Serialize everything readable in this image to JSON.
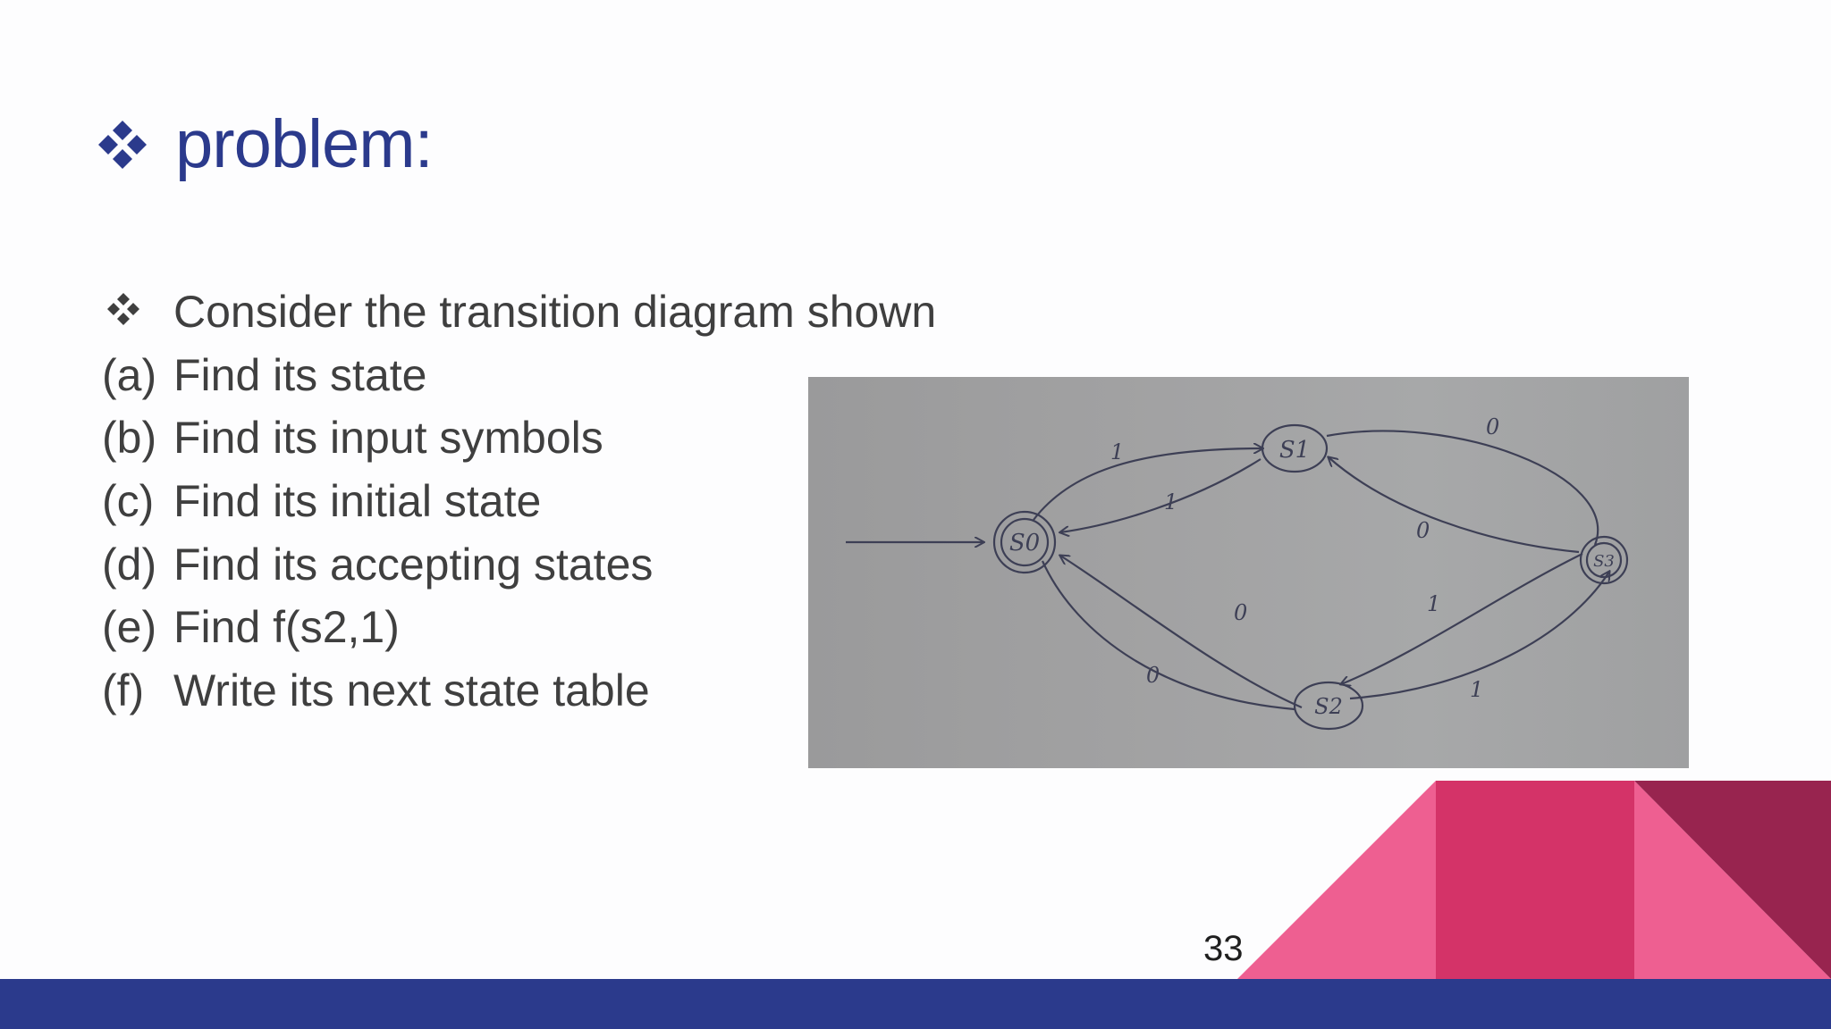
{
  "slide": {
    "title": "problem:",
    "title_bullet_icon": "diamond-cluster-bullet",
    "intro": "Consider the transition diagram shown",
    "items": [
      {
        "marker": "(a)",
        "text": "Find its state"
      },
      {
        "marker": "(b)",
        "text": "Find its input symbols"
      },
      {
        "marker": "(c)",
        "text": "Find its initial state"
      },
      {
        "marker": "(d)",
        "text": "Find its accepting states"
      },
      {
        "marker": "(e)",
        "text": "Find f(s2,1)"
      },
      {
        "marker": "(f)",
        "text": "Write its next state table"
      }
    ],
    "page_number": "33"
  },
  "diagram": {
    "states": {
      "s0": "S0",
      "s1": "S1",
      "s2": "S2",
      "s3": "S3"
    },
    "edge_labels": {
      "s0_s1_upper": "1",
      "s1_s0_lower": "1",
      "s1_s3_upper": "0",
      "s3_s1_inner": "0",
      "s2_s0_inner": "0",
      "s2_s0_outer": "0",
      "s3_s2_inner": "1",
      "s2_s3_outer": "1"
    }
  },
  "colors": {
    "title": "#2b3a8c",
    "body_text": "#3f3f3f",
    "bottom_bar": "#2b3a8c",
    "pink_light": "#ee5f91",
    "pink_mid": "#d43368",
    "maroon": "#98244f"
  }
}
